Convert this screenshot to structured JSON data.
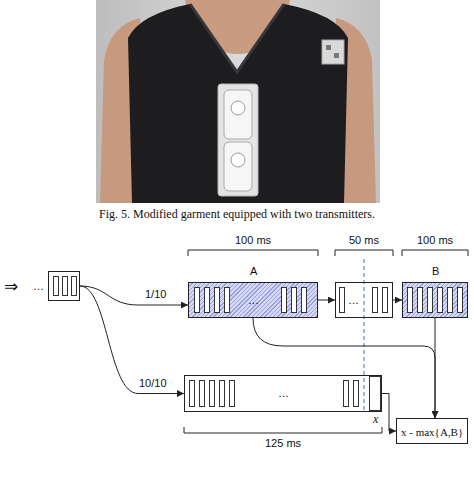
{
  "diagram": {
    "caption": "Fig. 5. Modified garment equipped with two transmitters.",
    "nodes": [
      {
        "text": [
          "…"
        ]
      },
      {
        "text": [
          "A",
          "…"
        ]
      },
      {
        "text": [
          "…"
        ]
      },
      {
        "text": [
          "B"
        ]
      },
      {
        "text": [
          "…"
        ]
      },
      {
        "text": [
          "x - max{A,B}"
        ]
      }
    ],
    "edges": [
      {
        "from": 0,
        "to": 1,
        "arrow": "to",
        "label": "1/10"
      },
      {
        "from": 0,
        "to": 4,
        "arrow": "to",
        "label": "10/10"
      },
      {
        "from": 1,
        "to": 2,
        "arrow": "to"
      },
      {
        "from": 2,
        "to": 3,
        "arrow": "to"
      },
      {
        "from": 1,
        "to": 5,
        "arrow": "to"
      },
      {
        "from": 3,
        "to": 5,
        "arrow": "to"
      },
      {
        "from": 4,
        "to": 5,
        "arrow": "to"
      }
    ],
    "labels": [
      "100 ms",
      "50 ms",
      "100 ms",
      "x",
      "125 ms",
      "⇒"
    ]
  }
}
